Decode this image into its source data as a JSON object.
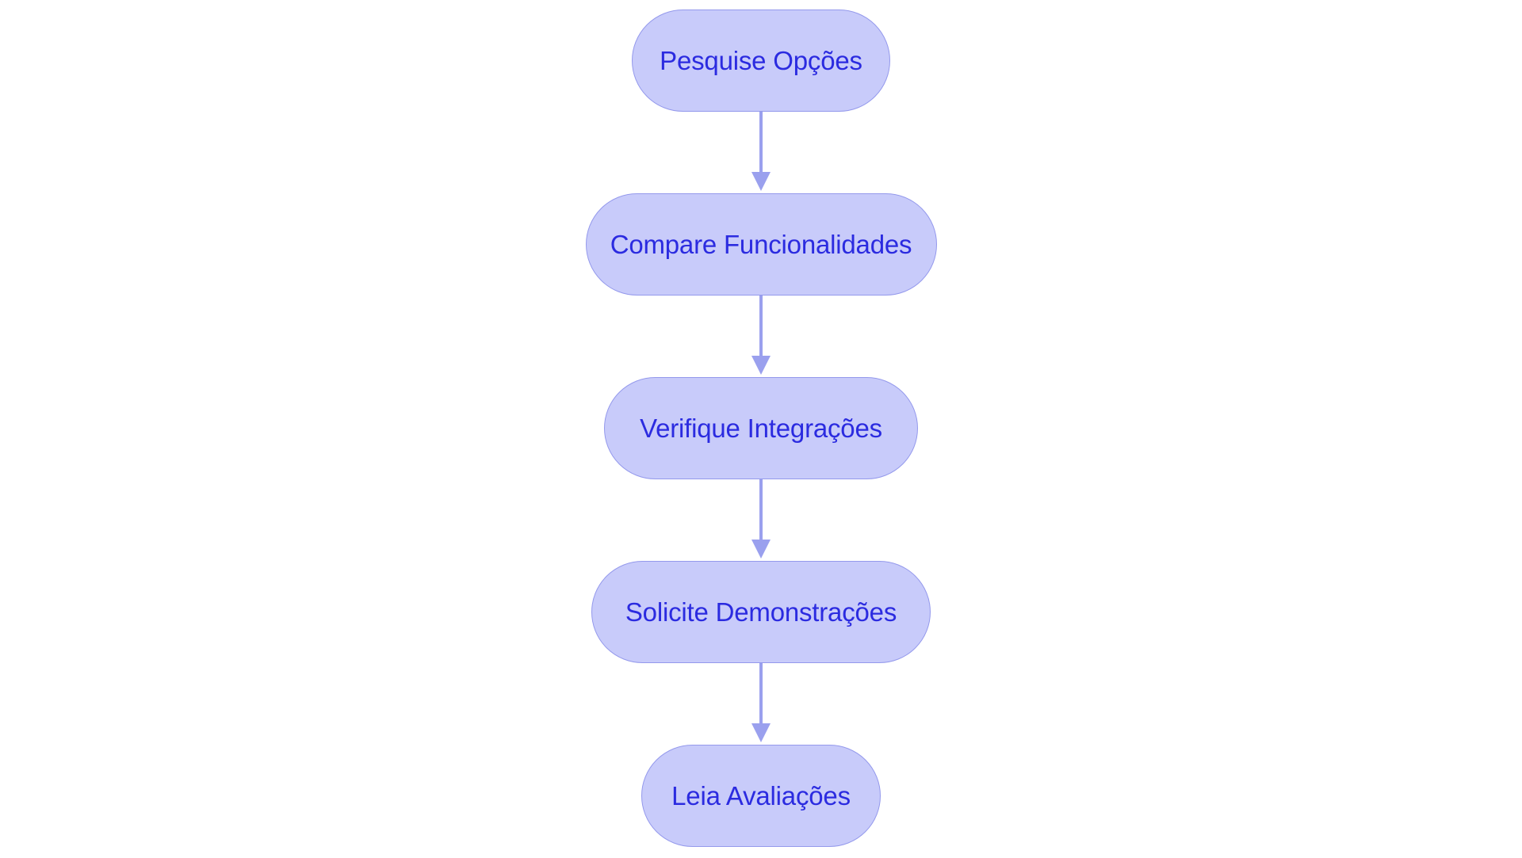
{
  "diagram": {
    "type": "flowchart",
    "orientation": "top-to-bottom",
    "background_color": "#ffffff",
    "node_fill_color": "#c8cbfa",
    "node_border_color": "#9499ec",
    "node_text_color": "#2b2be0",
    "connector_color": "#9aa0ee",
    "node_shape": "stadium",
    "nodes": [
      {
        "id": "n1",
        "label": "Pesquise Opções"
      },
      {
        "id": "n2",
        "label": "Compare Funcionalidades"
      },
      {
        "id": "n3",
        "label": "Verifique Integrações"
      },
      {
        "id": "n4",
        "label": "Solicite Demonstrações"
      },
      {
        "id": "n5",
        "label": "Leia Avaliações"
      }
    ],
    "edges": [
      {
        "id": "e1",
        "from": "n1",
        "to": "n2",
        "arrow": "down"
      },
      {
        "id": "e2",
        "from": "n2",
        "to": "n3",
        "arrow": "down"
      },
      {
        "id": "e3",
        "from": "n3",
        "to": "n4",
        "arrow": "down"
      },
      {
        "id": "e4",
        "from": "n4",
        "to": "n5",
        "arrow": "down"
      }
    ]
  }
}
